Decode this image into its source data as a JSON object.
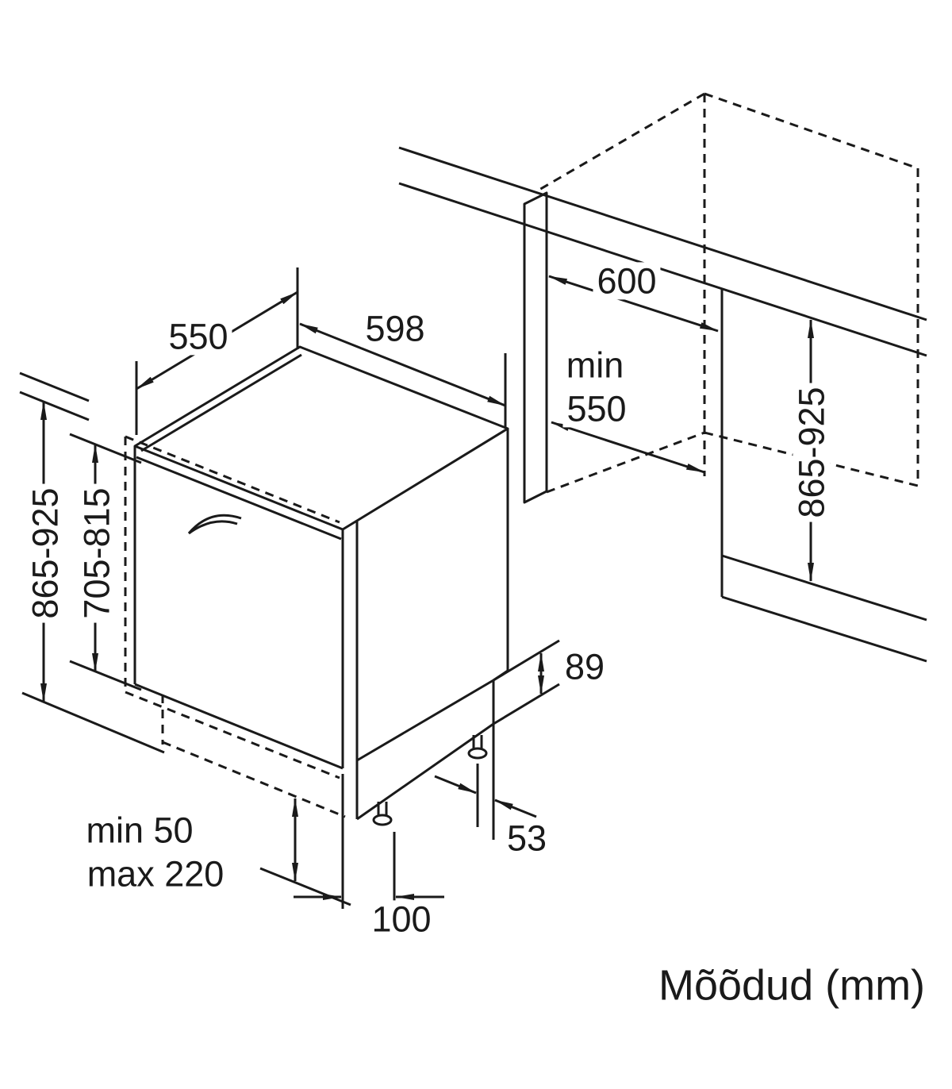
{
  "caption": "Mõõdud (mm)",
  "labels": {
    "top_depth": "550",
    "appliance_width": "598",
    "cabinet_depth": "600",
    "niche_min_depth_word": "min",
    "niche_min_depth_value": "550",
    "niche_height_right": "865-925",
    "appliance_height_left": "865-925",
    "door_panel_height": "705-815",
    "base_recess_height": "89",
    "rear_foot_offset": "53",
    "plinth_min": "min 50",
    "plinth_max": "max 220",
    "front_foot_offset": "100"
  },
  "colors": {
    "line": "#1a1a1a",
    "background": "#ffffff"
  }
}
